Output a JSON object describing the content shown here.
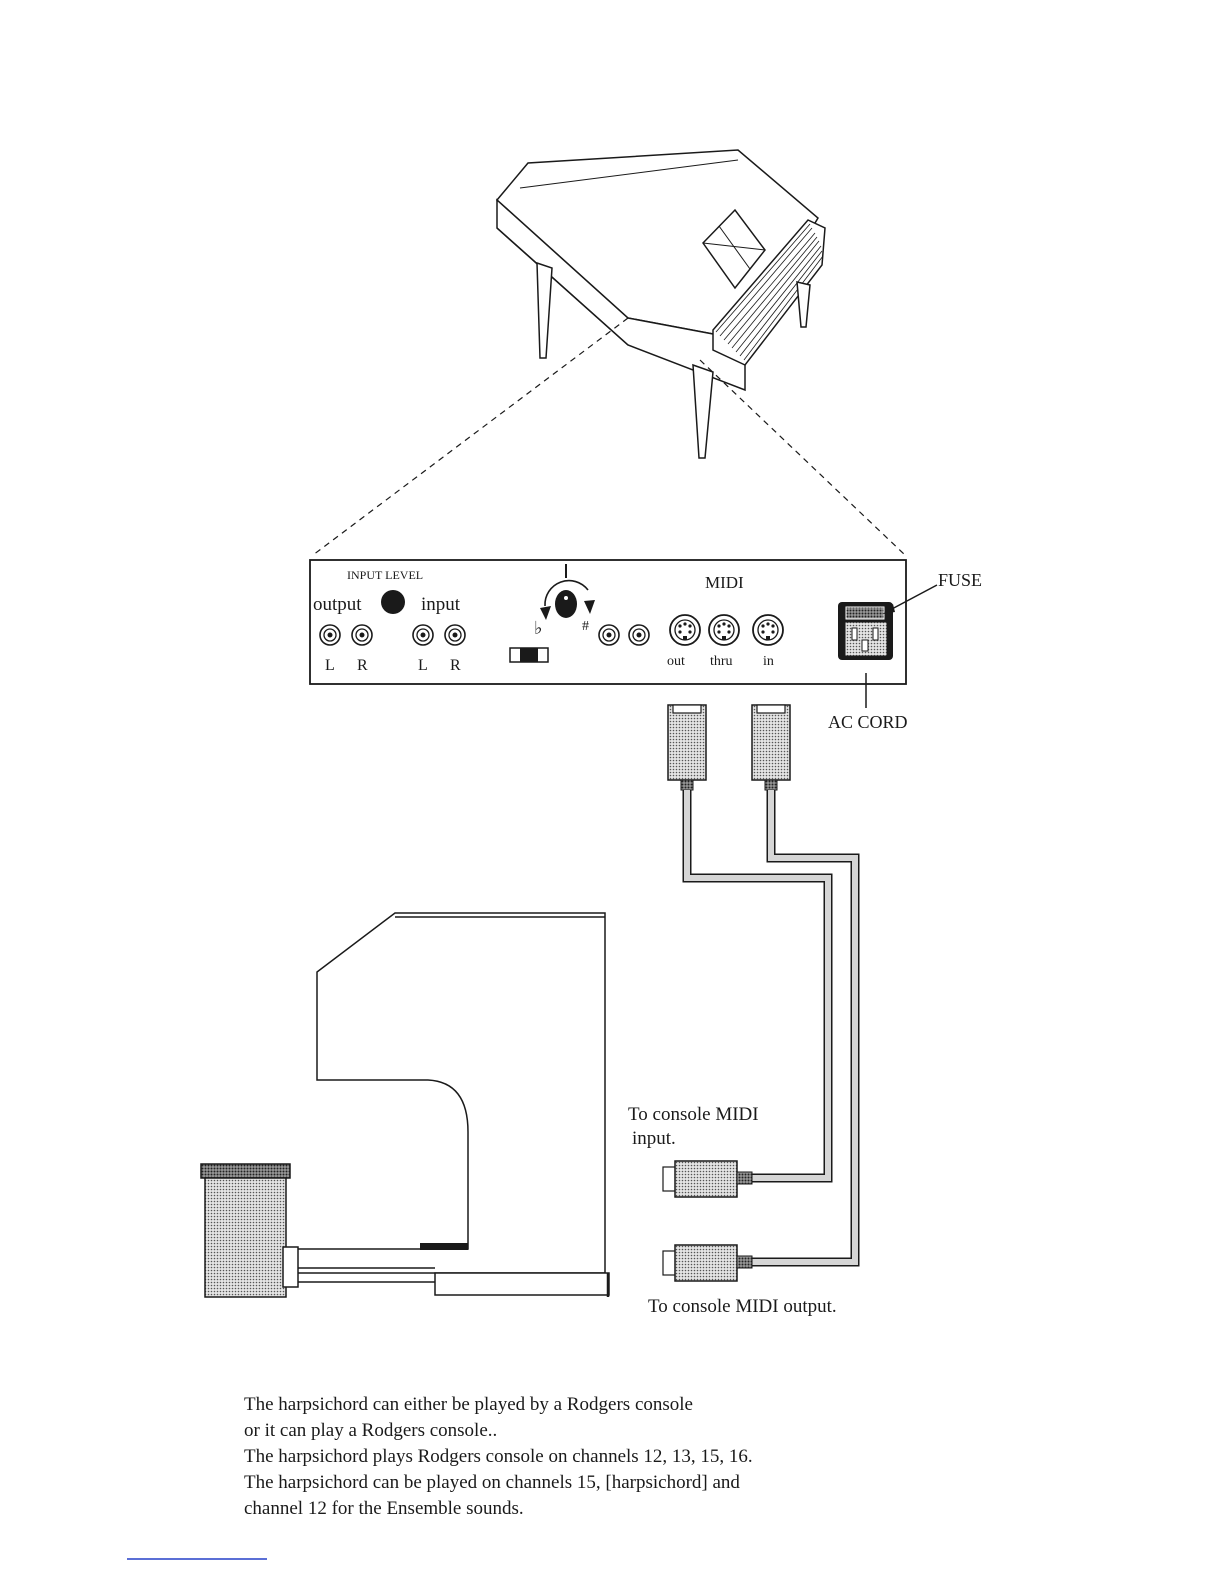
{
  "panel": {
    "input_level_label": "INPUT LEVEL",
    "output_label": "output",
    "input_label": "input",
    "jack_labels": [
      "L",
      "R",
      "L",
      "R"
    ],
    "transpose_flat": "♭",
    "transpose_sharp": "#",
    "midi_label": "MIDI",
    "midi_ports": [
      "out",
      "thru",
      "in"
    ]
  },
  "callouts": {
    "fuse": "FUSE",
    "ac_cord": "AC CORD",
    "to_console_input": [
      "To console MIDI",
      "input."
    ],
    "to_console_output": "To console MIDI output."
  },
  "caption": {
    "lines": [
      "The harpsichord can either be played by a Rodgers console",
      "or it can play a Rodgers console..",
      "The harpsichord plays Rodgers console on channels 12, 13, 15, 16.",
      "The harpsichord can be played on channels 15, [harpsichord] and",
      "channel 12 for the Ensemble sounds."
    ]
  }
}
